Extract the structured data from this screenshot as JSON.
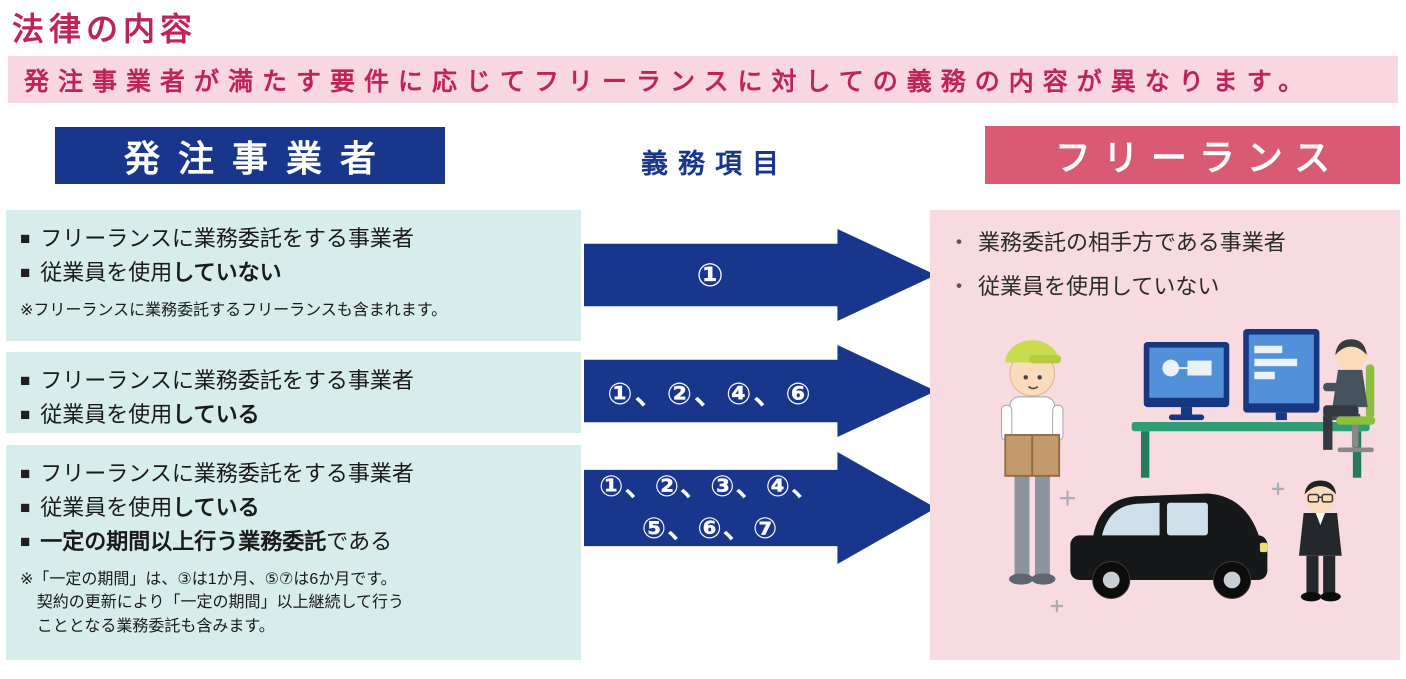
{
  "page": {
    "title": "法律の内容",
    "banner": "発注事業者が満たす要件に応じてフリーランスに対しての義務の内容が異なります。"
  },
  "headers": {
    "ordering_business": "発注事業者",
    "duty_items": "義務項目",
    "freelance": "フリーランス"
  },
  "markers": {
    "square": "■",
    "dot": "・"
  },
  "boxes": [
    {
      "items": [
        {
          "pre": "フリーランスに業務委託をする事業者",
          "bold": "",
          "post": ""
        },
        {
          "pre": "従業員を使用",
          "bold": "していない",
          "post": ""
        }
      ],
      "note": "※フリーランスに業務委託するフリーランスも含まれます。"
    },
    {
      "items": [
        {
          "pre": "フリーランスに業務委託をする事業者",
          "bold": "",
          "post": ""
        },
        {
          "pre": "従業員を使用",
          "bold": "している",
          "post": ""
        }
      ],
      "note": ""
    },
    {
      "items": [
        {
          "pre": "フリーランスに業務委託をする事業者",
          "bold": "",
          "post": ""
        },
        {
          "pre": "従業員を使用",
          "bold": "している",
          "post": ""
        },
        {
          "pre": "",
          "bold": "一定の期間以上行う業務委託",
          "post": "である"
        }
      ],
      "note": "※「一定の期間」は、③は1か月、⑤⑦は6か月です。\n契約の更新により「一定の期間」以上継続して行う\nこととなる業務委託も含みます。"
    }
  ],
  "arrows": [
    {
      "label": "①"
    },
    {
      "label": "①、②、④、⑥"
    },
    {
      "label": "①、②、③、④、\n⑤、⑥、⑦"
    }
  ],
  "freelance_box": {
    "bullets": [
      "業務委託の相手方である事業者",
      "従業員を使用していない"
    ]
  },
  "colors": {
    "title": "#bf2458",
    "banner_bg": "#f9d7e0",
    "navy": "#18368c",
    "pink": "#d85a73",
    "teal_bg": "#d6edeb",
    "freelance_bg": "#f8dae1",
    "text": "#1a1a1a"
  }
}
